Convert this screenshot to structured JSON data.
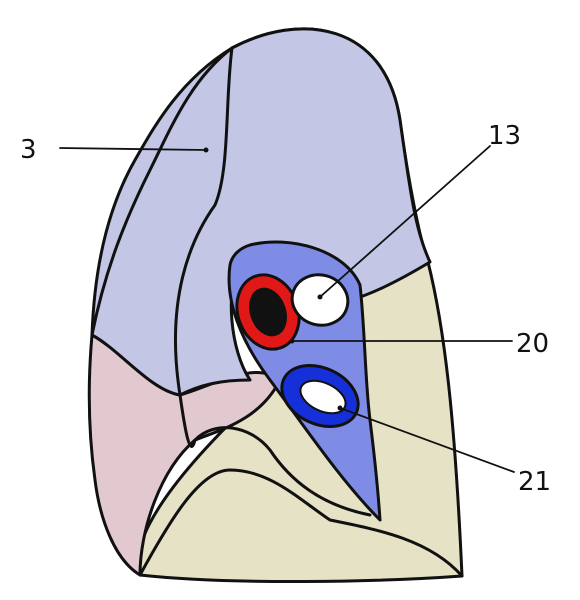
{
  "labels": {
    "l3": "3",
    "l13": "13",
    "l20": "20",
    "l21": "21"
  },
  "colors": {
    "upper_region": "#c4c6e6",
    "left_lower_region": "#e2c9d0",
    "right_lower_region": "#e5e2c6",
    "vessel_sheath": "#7f8ce6",
    "artery_ring": "#e01818",
    "artery_lumen": "#111111",
    "vein_ring": "#1530d8",
    "lumen_white": "#ffffff"
  }
}
